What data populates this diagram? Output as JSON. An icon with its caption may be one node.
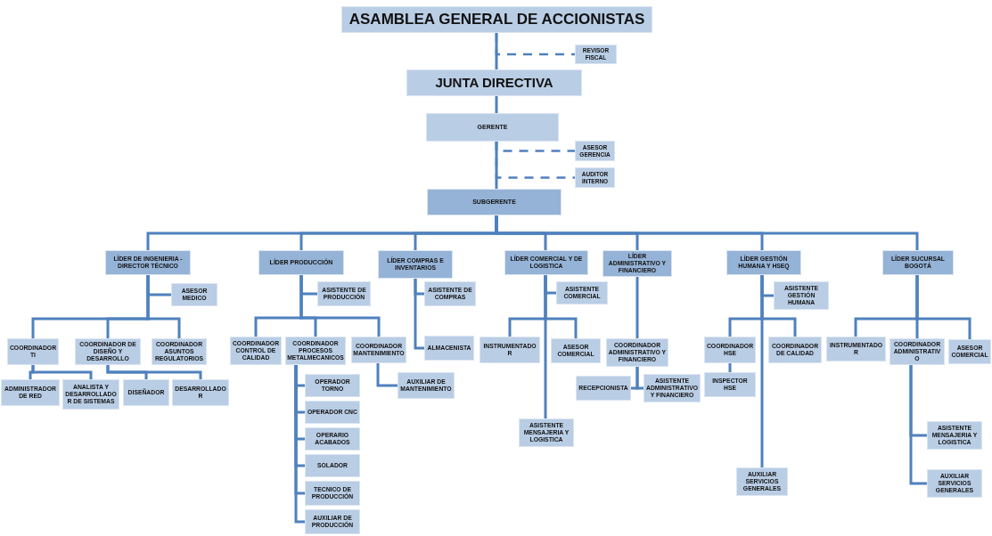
{
  "diagram": {
    "nodes": [
      {
        "text": [
          "ASAMBLEA GENERAL DE ACCIONISTAS"
        ]
      },
      {
        "text": [
          "REVISOR FISCAL"
        ]
      },
      {
        "text": [
          "JUNTA DIRECTIVA"
        ]
      },
      {
        "text": [
          "GERENTE"
        ]
      },
      {
        "text": [
          "ASESOR GERENCIA"
        ]
      },
      {
        "text": [
          "AUDITOR INTERNO"
        ]
      },
      {
        "text": [
          "SUBGERENTE"
        ]
      },
      {
        "text": [
          "LÍDER DE INGENIERIA - DIRECTOR TÉCNICO"
        ]
      },
      {
        "text": [
          "LÍDER PRODUCCIÓN"
        ]
      },
      {
        "text": [
          "LÍDER COMPRAS E INVENTARIOS"
        ]
      },
      {
        "text": [
          "LÍDER COMERCIAL Y DE LOGISTICA"
        ]
      },
      {
        "text": [
          "LÍDER ADMINISTRATIVO Y FINANCIERO"
        ]
      },
      {
        "text": [
          "LÍDER GESTIÓN HUMANA Y HSEQ"
        ]
      },
      {
        "text": [
          "LÍDER SUCURSAL BOGOTÁ"
        ]
      },
      {
        "text": [
          "ASESOR MEDICO"
        ]
      },
      {
        "text": [
          "COORDINADOR TI"
        ]
      },
      {
        "text": [
          "COORDINADOR DE DISEÑO Y DESARROLLO"
        ]
      },
      {
        "text": [
          "COORDINADOR ASUNTOS REGULATORIOS"
        ]
      },
      {
        "text": [
          "ADMINISTRADOR DE RED"
        ]
      },
      {
        "text": [
          "ANALISTA Y DESARROLLADOR DE SISTEMAS"
        ]
      },
      {
        "text": [
          "DISEÑADOR"
        ]
      },
      {
        "text": [
          "DESARROLLADOR"
        ]
      },
      {
        "text": [
          "ASISTENTE DE PRODUCCIÓN"
        ]
      },
      {
        "text": [
          "COORDINADOR CONTROL DE CALIDAD"
        ]
      },
      {
        "text": [
          "COORDINADOR PROCESOS METALMECANICOS"
        ]
      },
      {
        "text": [
          "COORDINADOR MANTENIMIENTO"
        ]
      },
      {
        "text": [
          "AUXILIAR DE MANTENIMIENTO"
        ]
      },
      {
        "text": [
          "OPERADOR TORNO"
        ]
      },
      {
        "text": [
          "OPERADOR CNC"
        ]
      },
      {
        "text": [
          "OPERARIO ACABADOS"
        ]
      },
      {
        "text": [
          "SOLADOR"
        ]
      },
      {
        "text": [
          "TECNICO DE PRODUCCIÓN"
        ]
      },
      {
        "text": [
          "AUXILIAR DE PRODUCCIÓN"
        ]
      },
      {
        "text": [
          "ASISTENTE DE COMPRAS"
        ]
      },
      {
        "text": [
          "ALMACENISTA"
        ]
      },
      {
        "text": [
          "ASISTENTE COMERCIAL"
        ]
      },
      {
        "text": [
          "INSTRUMENTADOR"
        ]
      },
      {
        "text": [
          "ASESOR COMERCIAL"
        ]
      },
      {
        "text": [
          "ASISTENTE MENSAJERIA Y LOGISTICA"
        ]
      },
      {
        "text": [
          "COORDINADOR ADMINISTRATIVO Y FINANCIERO"
        ]
      },
      {
        "text": [
          "RECEPCIONISTA"
        ]
      },
      {
        "text": [
          "ASISTENTE ADMINISTRATIVO Y FINANCIERO"
        ]
      },
      {
        "text": [
          "ASISTENTE GESTIÓN HUMANA"
        ]
      },
      {
        "text": [
          "COORDINADOR HSE"
        ]
      },
      {
        "text": [
          "COORDINADOR DE CALIDAD"
        ]
      },
      {
        "text": [
          "INSPECTOR HSE"
        ]
      },
      {
        "text": [
          "AUXILIAR SERVICIOS GENERALES"
        ]
      },
      {
        "text": [
          "INSTRUMENTADOR"
        ]
      },
      {
        "text": [
          "COORDINADOR ADMINISTRATIVO"
        ]
      },
      {
        "text": [
          "ASESOR COMERCIAL"
        ]
      },
      {
        "text": [
          "ASISTENTE MENSAJERIA Y LOGISTICA"
        ]
      },
      {
        "text": [
          "AUXILIAR SERVICIOS GENERALES"
        ]
      }
    ],
    "edges": [
      {
        "from": 0,
        "to": 2,
        "arrow": "none"
      },
      {
        "from": 0,
        "to": 1,
        "arrow": "none",
        "style": "dashed"
      },
      {
        "from": 2,
        "to": 3,
        "arrow": "none"
      },
      {
        "from": 3,
        "to": 6,
        "arrow": "none"
      },
      {
        "from": 3,
        "to": 4,
        "arrow": "none",
        "style": "dashed"
      },
      {
        "from": 3,
        "to": 5,
        "arrow": "none",
        "style": "dashed"
      },
      {
        "from": 6,
        "to": 7,
        "arrow": "none"
      },
      {
        "from": 6,
        "to": 8,
        "arrow": "none"
      },
      {
        "from": 6,
        "to": 9,
        "arrow": "none"
      },
      {
        "from": 6,
        "to": 10,
        "arrow": "none"
      },
      {
        "from": 6,
        "to": 11,
        "arrow": "none"
      },
      {
        "from": 6,
        "to": 12,
        "arrow": "none"
      },
      {
        "from": 6,
        "to": 13,
        "arrow": "none"
      },
      {
        "from": 7,
        "to": 14,
        "arrow": "none"
      },
      {
        "from": 7,
        "to": 15,
        "arrow": "none"
      },
      {
        "from": 7,
        "to": 16,
        "arrow": "none"
      },
      {
        "from": 7,
        "to": 17,
        "arrow": "none"
      },
      {
        "from": 15,
        "to": 18,
        "arrow": "none"
      },
      {
        "from": 15,
        "to": 19,
        "arrow": "none"
      },
      {
        "from": 16,
        "to": 20,
        "arrow": "none"
      },
      {
        "from": 16,
        "to": 21,
        "arrow": "none"
      },
      {
        "from": 8,
        "to": 22,
        "arrow": "none"
      },
      {
        "from": 8,
        "to": 23,
        "arrow": "none"
      },
      {
        "from": 8,
        "to": 24,
        "arrow": "none"
      },
      {
        "from": 8,
        "to": 25,
        "arrow": "none"
      },
      {
        "from": 25,
        "to": 26,
        "arrow": "none"
      },
      {
        "from": 24,
        "to": 27,
        "arrow": "none"
      },
      {
        "from": 24,
        "to": 28,
        "arrow": "none"
      },
      {
        "from": 24,
        "to": 29,
        "arrow": "none"
      },
      {
        "from": 24,
        "to": 30,
        "arrow": "none"
      },
      {
        "from": 24,
        "to": 31,
        "arrow": "none"
      },
      {
        "from": 24,
        "to": 32,
        "arrow": "none"
      },
      {
        "from": 9,
        "to": 33,
        "arrow": "none"
      },
      {
        "from": 9,
        "to": 34,
        "arrow": "none"
      },
      {
        "from": 10,
        "to": 35,
        "arrow": "none"
      },
      {
        "from": 10,
        "to": 36,
        "arrow": "none"
      },
      {
        "from": 10,
        "to": 37,
        "arrow": "none"
      },
      {
        "from": 10,
        "to": 38,
        "arrow": "none"
      },
      {
        "from": 11,
        "to": 39,
        "arrow": "none"
      },
      {
        "from": 39,
        "to": 40,
        "arrow": "none"
      },
      {
        "from": 39,
        "to": 41,
        "arrow": "none"
      },
      {
        "from": 12,
        "to": 42,
        "arrow": "none"
      },
      {
        "from": 12,
        "to": 43,
        "arrow": "none"
      },
      {
        "from": 12,
        "to": 44,
        "arrow": "none"
      },
      {
        "from": 12,
        "to": 46,
        "arrow": "none"
      },
      {
        "from": 43,
        "to": 45,
        "arrow": "none"
      },
      {
        "from": 13,
        "to": 47,
        "arrow": "none"
      },
      {
        "from": 13,
        "to": 48,
        "arrow": "none"
      },
      {
        "from": 13,
        "to": 49,
        "arrow": "none"
      },
      {
        "from": 48,
        "to": 50,
        "arrow": "none"
      },
      {
        "from": 48,
        "to": 51,
        "arrow": "none"
      }
    ]
  }
}
